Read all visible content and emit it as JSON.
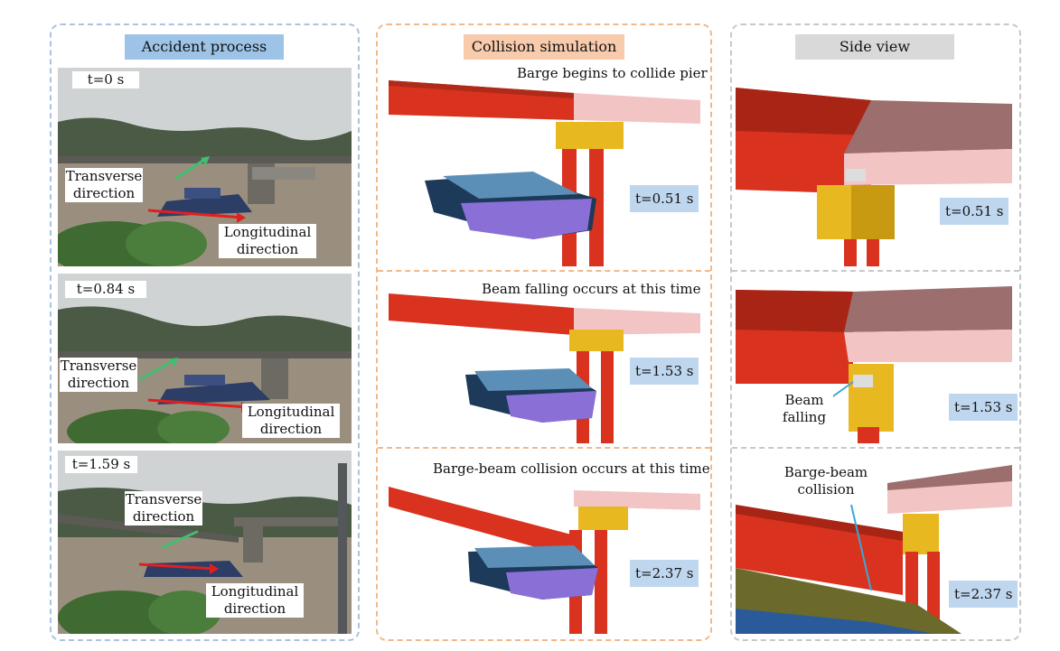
{
  "headers": {
    "accident": "Accident process",
    "collision": "Collision simulation",
    "side": "Side view"
  },
  "accident": [
    {
      "time": "t=0 s",
      "transverse": [
        "Transverse",
        "direction"
      ],
      "longitudinal": [
        "Longitudinal",
        "direction"
      ]
    },
    {
      "time": "t=0.84 s",
      "transverse": [
        "Transverse",
        "direction"
      ],
      "longitudinal": [
        "Longitudinal",
        "direction"
      ]
    },
    {
      "time": "t=1.59 s",
      "transverse": [
        "Transverse",
        "direction"
      ],
      "longitudinal": [
        "Longitudinal",
        "direction"
      ]
    }
  ],
  "simulation": [
    {
      "caption": "Barge begins to collide pier",
      "time": "t=0.51 s"
    },
    {
      "caption": "Beam falling occurs at this time",
      "time": "t=1.53 s"
    },
    {
      "caption": "Barge-beam collision occurs at this time",
      "time": "t=2.37 s"
    }
  ],
  "side_view": [
    {
      "time": "t=0.51 s"
    },
    {
      "time": "t=1.53 s",
      "note": [
        "Beam",
        "falling"
      ]
    },
    {
      "time": "t=2.37 s",
      "note": [
        "Barge-beam",
        "collision"
      ]
    }
  ],
  "colors": {
    "beam_red": "#d9321f",
    "deck_pink": "#f2c4c4",
    "cap_yellow": "#e8b820",
    "barge_purple": "#8a6fd6",
    "barge_navy": "#1d3a5a",
    "arrow_green": "#3fbf6f",
    "arrow_red": "#e02020",
    "label_blue": "#bfd7ee"
  }
}
